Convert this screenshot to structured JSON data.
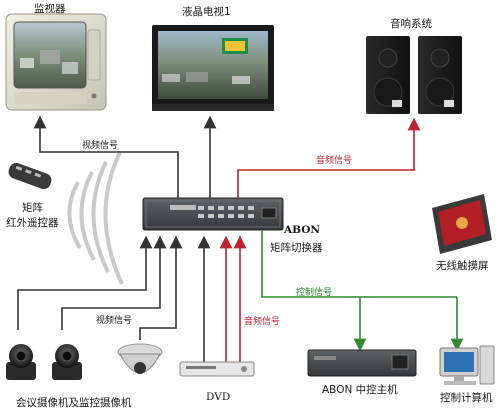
{
  "labels": {
    "monitor": "监视器",
    "lcd_tv": "液晶电视1",
    "audio_system": "音响系统",
    "video_signal_top": "视频信号",
    "audio_signal_top": "音频信号",
    "remote_line1": "矩阵",
    "remote_line2": "红外遥控器",
    "abon_name": "ABON",
    "abon_desc": "矩阵切换器",
    "wireless_touch": "无线触摸屏",
    "control_signal": "控制信号",
    "video_signal_bottom": "视频信号",
    "audio_signal_bottom": "音频信号",
    "cameras": "会议摄像机及监控摄像机",
    "dvd": "DVD",
    "central_host": "ABON 中控主机",
    "control_pc": "控制计算机"
  },
  "colors": {
    "video_line": "#333333",
    "audio_line": "#c0232d",
    "control_line": "#2e8b2e"
  }
}
